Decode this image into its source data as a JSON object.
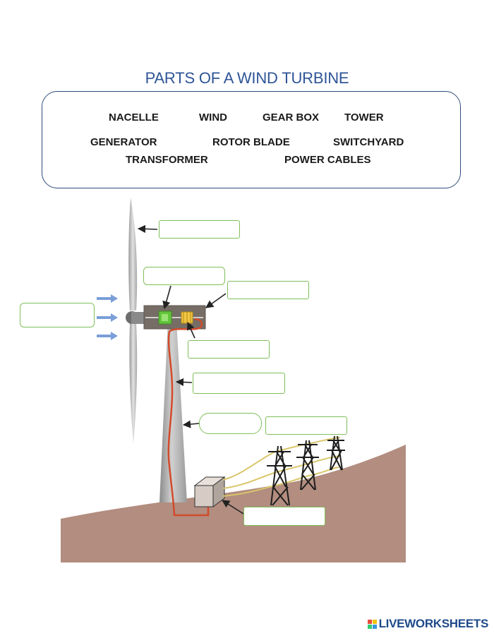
{
  "title": "PARTS OF A WIND TURBINE",
  "word_bank": {
    "words": [
      "NACELLE",
      "WIND",
      "GEAR BOX",
      "TOWER",
      "GENERATOR",
      "ROTOR BLADE",
      "SWITCHYARD",
      "TRANSFORMER",
      "POWER CABLES"
    ]
  },
  "answer_boxes": [
    "",
    "",
    "",
    "",
    "",
    "",
    "",
    "",
    ""
  ],
  "brand": {
    "name": "LIVEWORKSHEETS",
    "logo_colors": [
      "#e74c3c",
      "#f1c40f",
      "#2ecc71",
      "#3498db"
    ]
  },
  "colors": {
    "title": "#2f5597",
    "word_bank_border": "#2e4d7a",
    "answer_box_border": "#7fbf5a",
    "ground": "#b28d80",
    "power_cable": "#d24a2a",
    "wind_arrow": "#7a9fd8"
  }
}
